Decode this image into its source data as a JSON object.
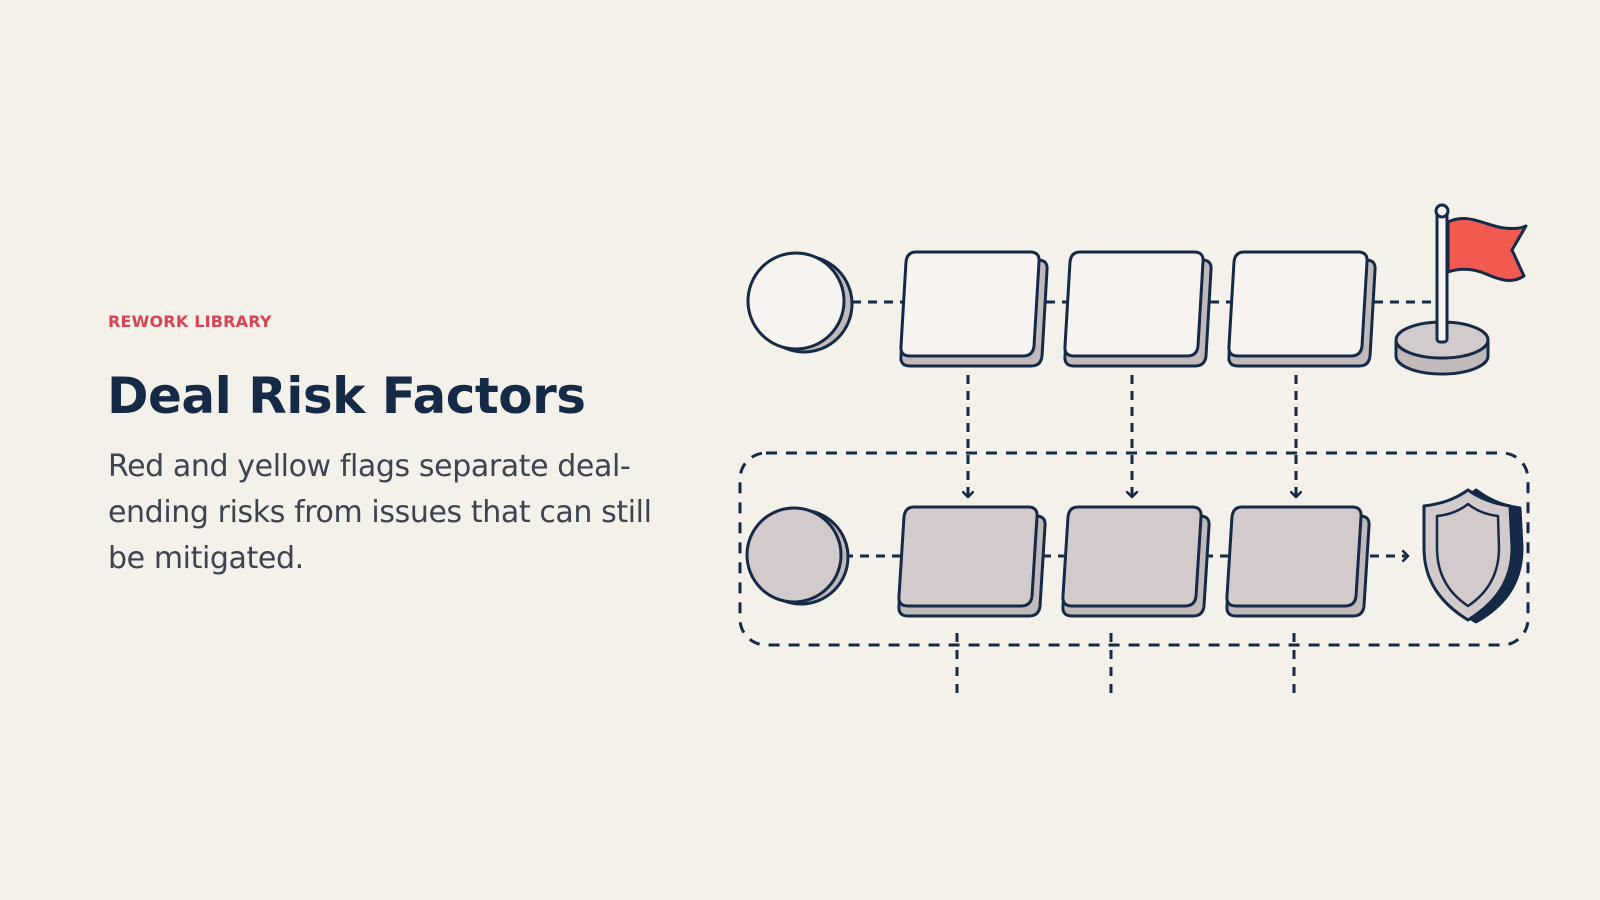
{
  "slide": {
    "eyebrow": "REWORK LIBRARY",
    "title": "Deal Risk Factors",
    "subtitle": "Red and yellow flags separate deal-ending risks from issues that can still be mitigated."
  },
  "colors": {
    "background": "#f4f0ea",
    "ink": "#152a47",
    "accent": "#d94452",
    "flag": "#f05a4f",
    "light_fill": "#f6f3f1",
    "gray_fill": "#d3cbcb",
    "shadow_fill": "#c2b9ba"
  },
  "diagram": {
    "icons": [
      "circle-start-icon",
      "card-icon",
      "card-icon",
      "card-icon",
      "flag-icon",
      "circle-icon",
      "card-icon",
      "card-icon",
      "card-icon",
      "shield-icon"
    ]
  }
}
